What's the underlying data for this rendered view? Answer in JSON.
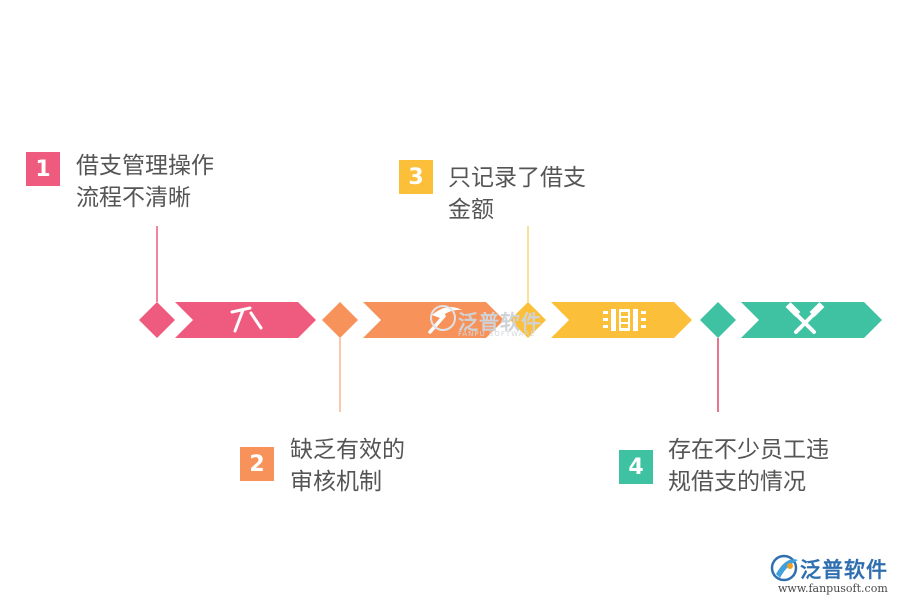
{
  "items": [
    {
      "number": "1",
      "text": "借支管理操作\n流程不清晰",
      "color": "#EE5B7F",
      "icon": "hammer-icon"
    },
    {
      "number": "2",
      "text": "缺乏有效的\n审核机制",
      "color": "#F7925A",
      "icon": "hammer-icon"
    },
    {
      "number": "3",
      "text": "只记录了借支\n金额",
      "color": "#FBBF3A",
      "icon": "film-strip-icon"
    },
    {
      "number": "4",
      "text": "存在不少员工违\n规借支的情况",
      "color": "#3EC2A2",
      "icon": "crossed-hammers-icon"
    }
  ],
  "watermark": {
    "text": "泛普软件",
    "sub": "FANPU SOFTWARE"
  },
  "brand": {
    "name": "泛普软件",
    "url": "www.fanpusoft.com",
    "logo": "fanpu-logo-icon"
  }
}
